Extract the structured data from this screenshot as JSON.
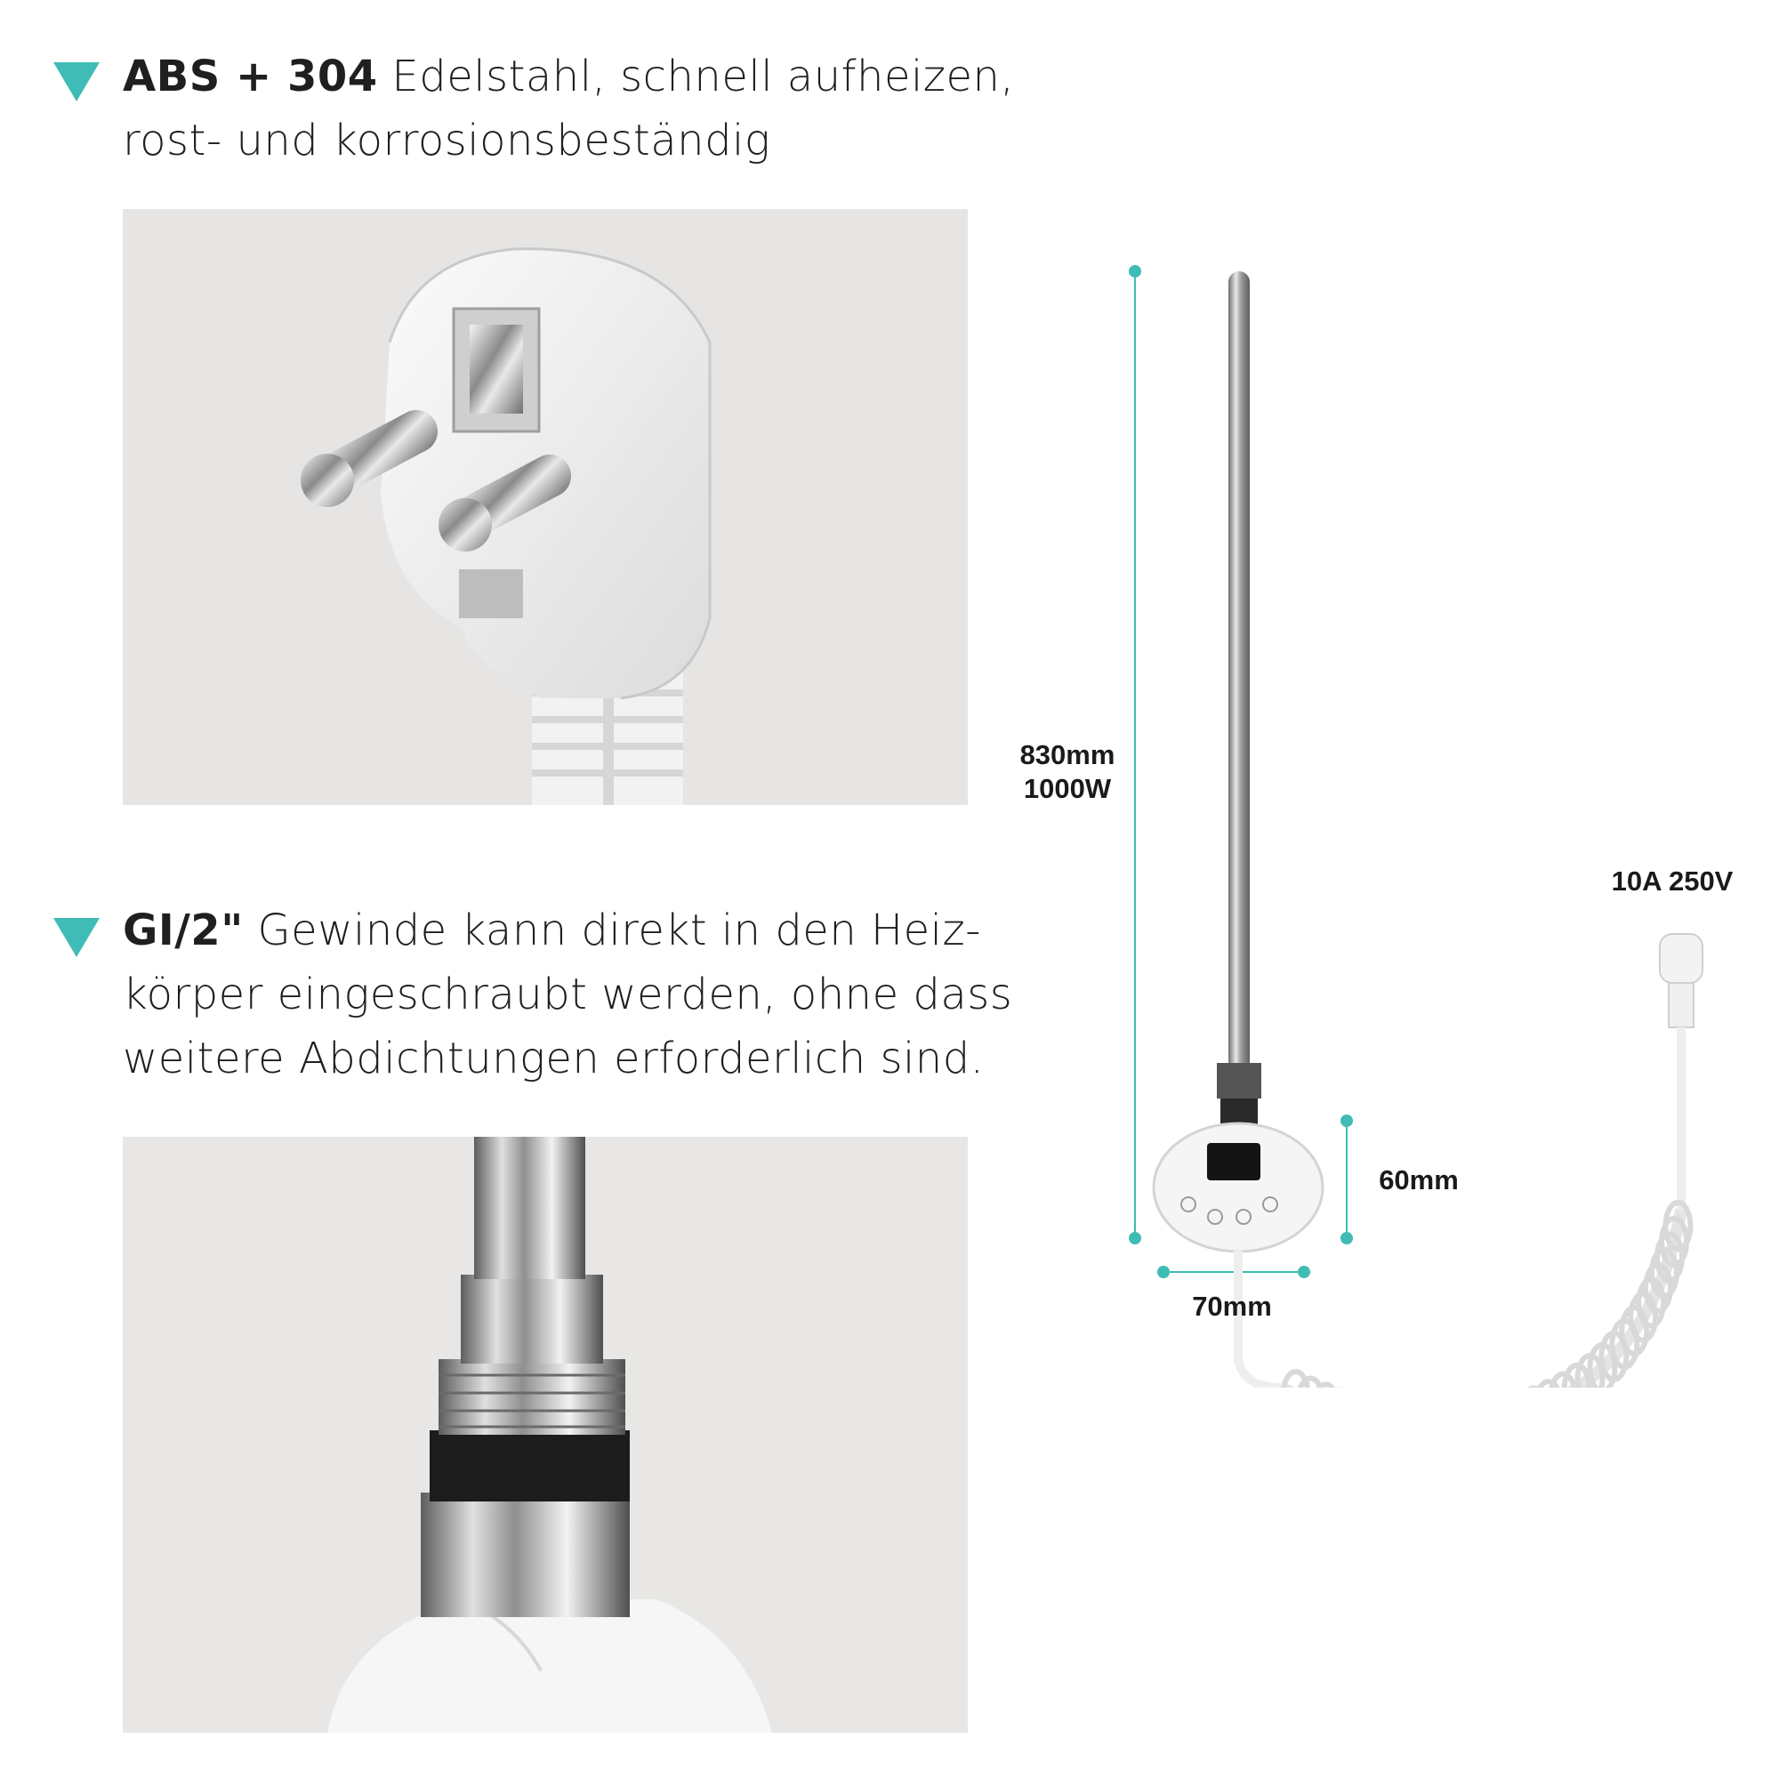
{
  "features": [
    {
      "bold": "ABS + 304",
      "text": " Edelstahl, schnell aufheizen,",
      "line2": "rost- und korrosionsbeständig"
    },
    {
      "bold": "GI/2\"",
      "text": " Gewinde kann direkt in den Heiz-",
      "line2": "körper eingeschraubt werden, ohne dass",
      "line3": "weitere Abdichtungen erforderlich sind."
    }
  ],
  "dimensions": {
    "length": "830mm",
    "power": "1000W",
    "height": "60mm",
    "width": "70mm",
    "rating": "10A 250V"
  },
  "colors": {
    "accent": "#3fbcb5",
    "photo_bg": "#e6e5e3"
  },
  "icons": [
    "triangle-bullet-icon",
    "schuko-plug-image",
    "heating-element-thread-image",
    "heating-rod-product-image",
    "coiled-cable-image"
  ]
}
